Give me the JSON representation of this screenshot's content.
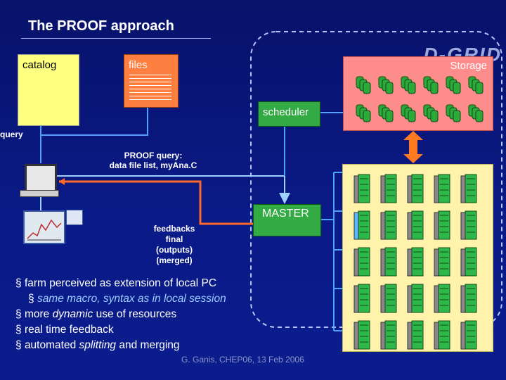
{
  "title": "The PROOF approach",
  "logo_text": "D-GRID",
  "boxes": {
    "catalog": "catalog",
    "files": "files",
    "storage": "Storage",
    "scheduler": "scheduler",
    "master": "MASTER"
  },
  "labels": {
    "query": "query",
    "proof_query_line1": "PROOF query:",
    "proof_query_line2": "data file list, myAna.C",
    "feedbacks": "feedbacks",
    "final": "final",
    "outputs": "(outputs)",
    "merged": "(merged)"
  },
  "bullets": [
    {
      "text": "farm perceived as extension of local PC",
      "level": 1
    },
    {
      "text": "same macro, syntax as in local session",
      "level": 2
    },
    {
      "pre": "more ",
      "em": "dynamic",
      "post": " use of resources",
      "level": 1
    },
    {
      "text": "real time feedback",
      "level": 1
    },
    {
      "pre": "automated ",
      "em": "splitting",
      "post": " and merging",
      "level": 1
    }
  ],
  "footer": "G. Ganis, CHEP06, 13 Feb 2006",
  "colors": {
    "background": "#0a1a86",
    "catalog": "#ffff80",
    "files": "#ff7f40",
    "storage": "#ff8c8c",
    "scheduler_master": "#33aa44",
    "farm": "#fff2aa",
    "connector": "#4aa3ff",
    "feedback_line": "#ff6a2a",
    "double_arrow": "#ff7a20"
  }
}
